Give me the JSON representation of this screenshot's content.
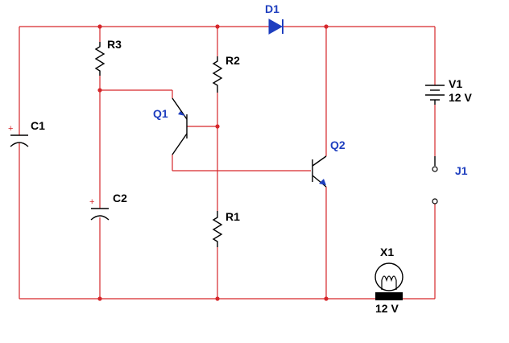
{
  "schematic": {
    "components": {
      "d1": {
        "ref": "D1"
      },
      "r3": {
        "ref": "R3"
      },
      "r2": {
        "ref": "R2"
      },
      "r1": {
        "ref": "R1"
      },
      "c1": {
        "ref": "C1",
        "polarity": "+"
      },
      "c2": {
        "ref": "C2",
        "polarity": "+"
      },
      "q1": {
        "ref": "Q1"
      },
      "q2": {
        "ref": "Q2"
      },
      "v1": {
        "ref": "V1",
        "value": "12 V"
      },
      "j1": {
        "ref": "J1"
      },
      "x1": {
        "ref": "X1",
        "value": "12 V"
      }
    },
    "colors": {
      "wire": "#d6272b",
      "component": "#000000",
      "active_label": "#1f3fbf",
      "diode": "#1f3fbf",
      "transistor_arrow": "#1f3fbf"
    }
  }
}
